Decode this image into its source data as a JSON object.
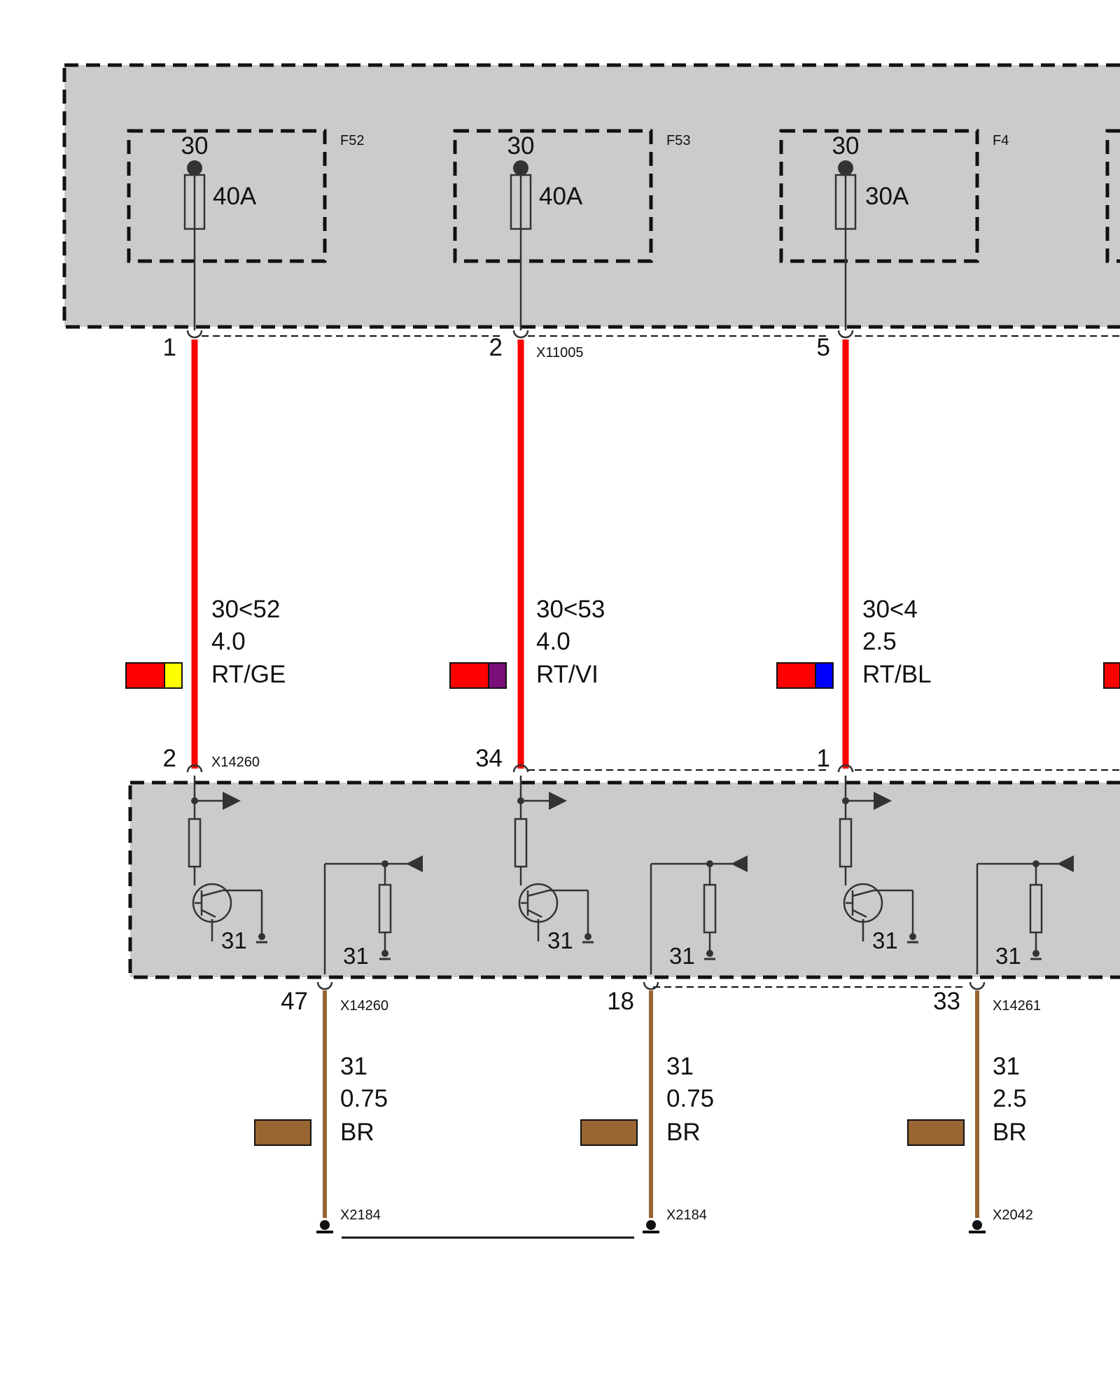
{
  "colors": {
    "module_fill": "#cbcbcb",
    "red": "#ff0000",
    "yellow": "#ffff00",
    "violet": "#7a0f7a",
    "blue": "#0000ff",
    "brown": "#996633",
    "line": "#333333"
  },
  "fuses": [
    {
      "terminal": "30",
      "rating": "40A",
      "id": "F52"
    },
    {
      "terminal": "30",
      "rating": "40A",
      "id": "F53"
    },
    {
      "terminal": "30",
      "rating": "30A",
      "id": "F4"
    }
  ],
  "top_connector": {
    "name": "X11005",
    "pins": [
      "1",
      "2",
      "5"
    ]
  },
  "red_wires": [
    {
      "signal": "30<52",
      "size": "4.0",
      "color_code": "RT/GE",
      "stripe_color": "#ffff00"
    },
    {
      "signal": "30<53",
      "size": "4.0",
      "color_code": "RT/VI",
      "stripe_color": "#7a0f7a"
    },
    {
      "signal": "30<4",
      "size": "2.5",
      "color_code": "RT/BL",
      "stripe_color": "#0000ff"
    }
  ],
  "module_input_pins": [
    {
      "pin": "2",
      "connector": "X14260"
    },
    {
      "pin": "34",
      "connector": ""
    },
    {
      "pin": "1",
      "connector": ""
    }
  ],
  "module_ground_label": "31",
  "ground_pins": [
    {
      "pin": "47",
      "connector": "X14260"
    },
    {
      "pin": "18",
      "connector": ""
    },
    {
      "pin": "33",
      "connector": "X14261"
    }
  ],
  "brown_wires": [
    {
      "signal": "31",
      "size": "0.75",
      "color_code": "BR"
    },
    {
      "signal": "31",
      "size": "0.75",
      "color_code": "BR"
    },
    {
      "signal": "31",
      "size": "2.5",
      "color_code": "BR"
    }
  ],
  "ground_points": [
    "X2184",
    "X2184",
    "X2042"
  ]
}
